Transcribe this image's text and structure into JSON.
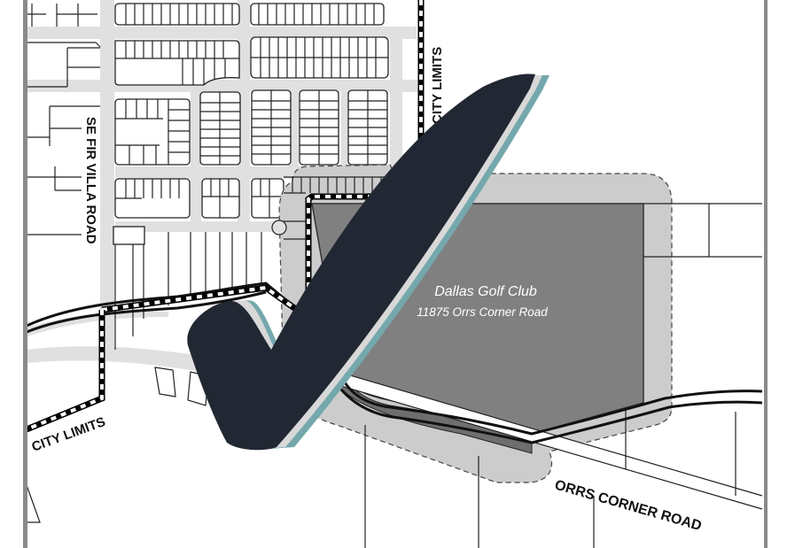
{
  "map": {
    "colors": {
      "background": "#ffffff",
      "street_fill": "#e0e0e0",
      "buffer_fill": "#cccccc",
      "site_fill": "#808080",
      "frame": "#8a8a8a",
      "checkmark": "#222833",
      "checkmark_highlight": "#d8d8d8",
      "checkmark_shadow": "#74a8ac",
      "city_limits": "#000000"
    },
    "site": {
      "name": "Dallas Golf Club",
      "address": "11875 Orrs Corner Road"
    },
    "labels": {
      "road_west": "SE FIR VILLA ROAD",
      "road_south": "ORRS CORNER ROAD",
      "city_limits_north": "CITY LIMITS",
      "city_limits_southwest": "CITY LIMITS"
    },
    "overlay": {
      "icon": "checkmark-icon"
    }
  }
}
